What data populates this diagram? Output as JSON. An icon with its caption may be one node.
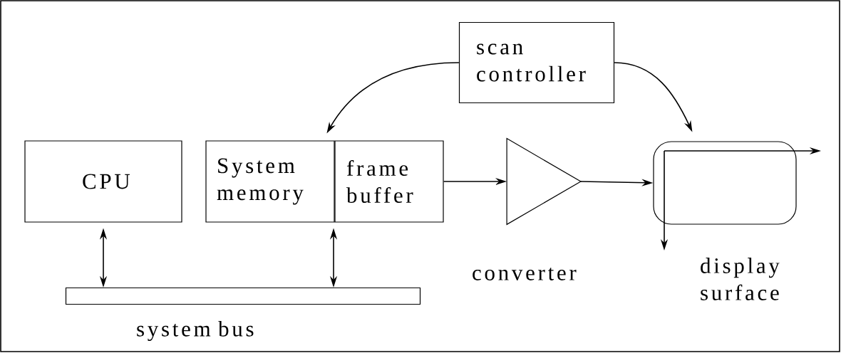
{
  "diagram": {
    "nodes": [
      {
        "text": [
          "scan controller"
        ]
      },
      {
        "text": [
          "CPU"
        ]
      },
      {
        "text": [
          "System memory"
        ]
      },
      {
        "text": [
          "frame buffer"
        ]
      },
      {
        "text": [],
        "shape": "triangle",
        "beside": [
          "converter"
        ]
      },
      {
        "text": [],
        "shape": "box",
        "beside": [
          "display surface"
        ]
      },
      {
        "text": [],
        "shape": "bar",
        "beside": [
          "system bus"
        ]
      }
    ],
    "edges": [
      {
        "from": 0,
        "to": 3,
        "arrow": "to"
      },
      {
        "from": 0,
        "to": 5,
        "arrow": "to"
      },
      {
        "from": 1,
        "to": 6,
        "arrow": "both"
      },
      {
        "from": 2,
        "to": 6,
        "arrow": "both"
      },
      {
        "from": 3,
        "to": 4,
        "arrow": "to"
      },
      {
        "from": 4,
        "to": 5,
        "arrow": "to"
      }
    ]
  }
}
